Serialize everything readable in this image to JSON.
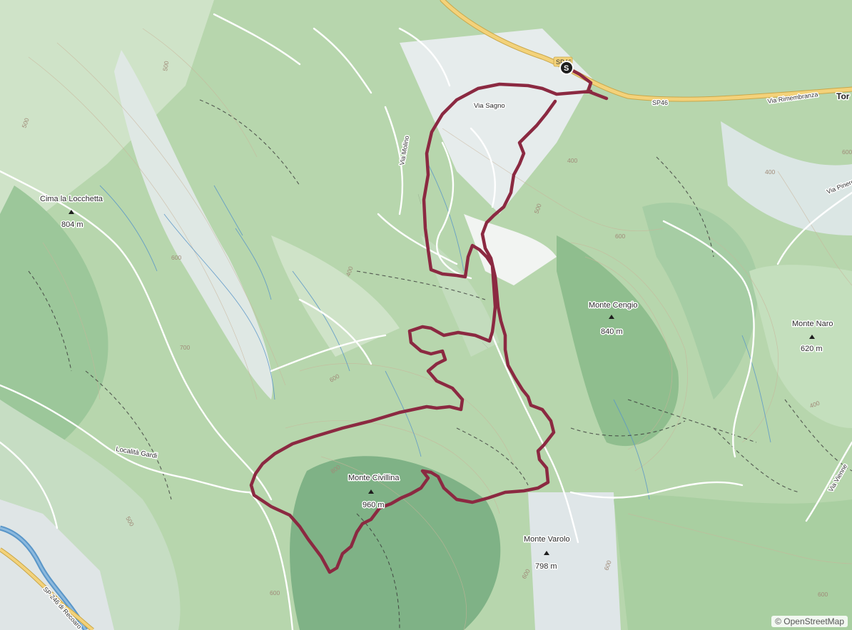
{
  "peaks": [
    {
      "name": "Cima la Locchetta",
      "elev": "804 m"
    },
    {
      "name": "Monte Cengio",
      "elev": "840 m"
    },
    {
      "name": "Monte Naro",
      "elev": "620 m"
    },
    {
      "name": "Monte Civillina",
      "elev": "960 m"
    },
    {
      "name": "Monte Varolo",
      "elev": "798 m"
    }
  ],
  "places": {
    "localita_gardi": "Località Gardi",
    "town_partial": "Tor"
  },
  "roads": {
    "sp46": "SP46",
    "sp46_badge": "SP46",
    "via_sagno": "Via Sagno",
    "via_molino": "Via Molino",
    "via_rimembranza": "Via Rimembranza",
    "via_pinerolo": "Via Pinerolo",
    "via_vienne": "Via Vienne",
    "sp246": "SP 246 di Recoaro"
  },
  "contours": [
    "500",
    "500",
    "600",
    "700",
    "600",
    "800",
    "400",
    "500",
    "600",
    "600",
    "400",
    "400",
    "400",
    "600",
    "500",
    "600",
    "600",
    "600"
  ],
  "start_marker": "S",
  "attribution": "© OpenStreetMap",
  "colors": {
    "route": "#8b2941",
    "forest": "#a9cfa1",
    "forest_dark": "#8dbf8a",
    "valley": "#dfe6e8",
    "water": "#5a96c8",
    "road_major": "#f3d27a"
  }
}
